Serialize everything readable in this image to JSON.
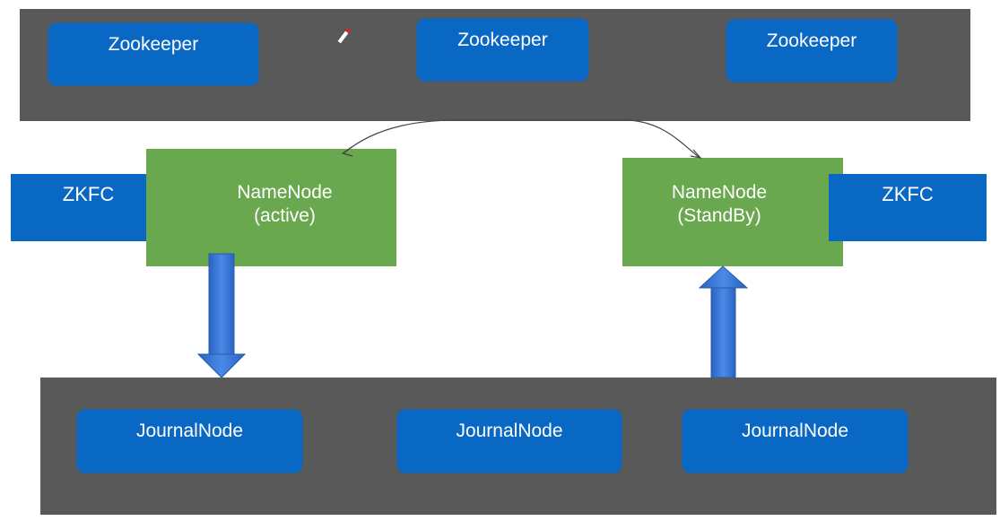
{
  "zookeeper_band": {
    "nodes": [
      {
        "label": "Zookeeper"
      },
      {
        "label": "Zookeeper"
      },
      {
        "label": "Zookeeper"
      }
    ]
  },
  "namenodes": {
    "active": {
      "line1": "NameNode",
      "line2": "(active)"
    },
    "standby": {
      "line1": "NameNode",
      "line2": "(StandBy)"
    }
  },
  "zkfc": {
    "left": "ZKFC",
    "right": "ZKFC"
  },
  "journal_band": {
    "nodes": [
      {
        "label": "JournalNode"
      },
      {
        "label": "JournalNode"
      },
      {
        "label": "JournalNode"
      }
    ]
  },
  "colors": {
    "band": "#595959",
    "blue_node": "#0868c4",
    "namenode_green": "#6aa84f",
    "arrow_blue": "#2f6fd0"
  }
}
